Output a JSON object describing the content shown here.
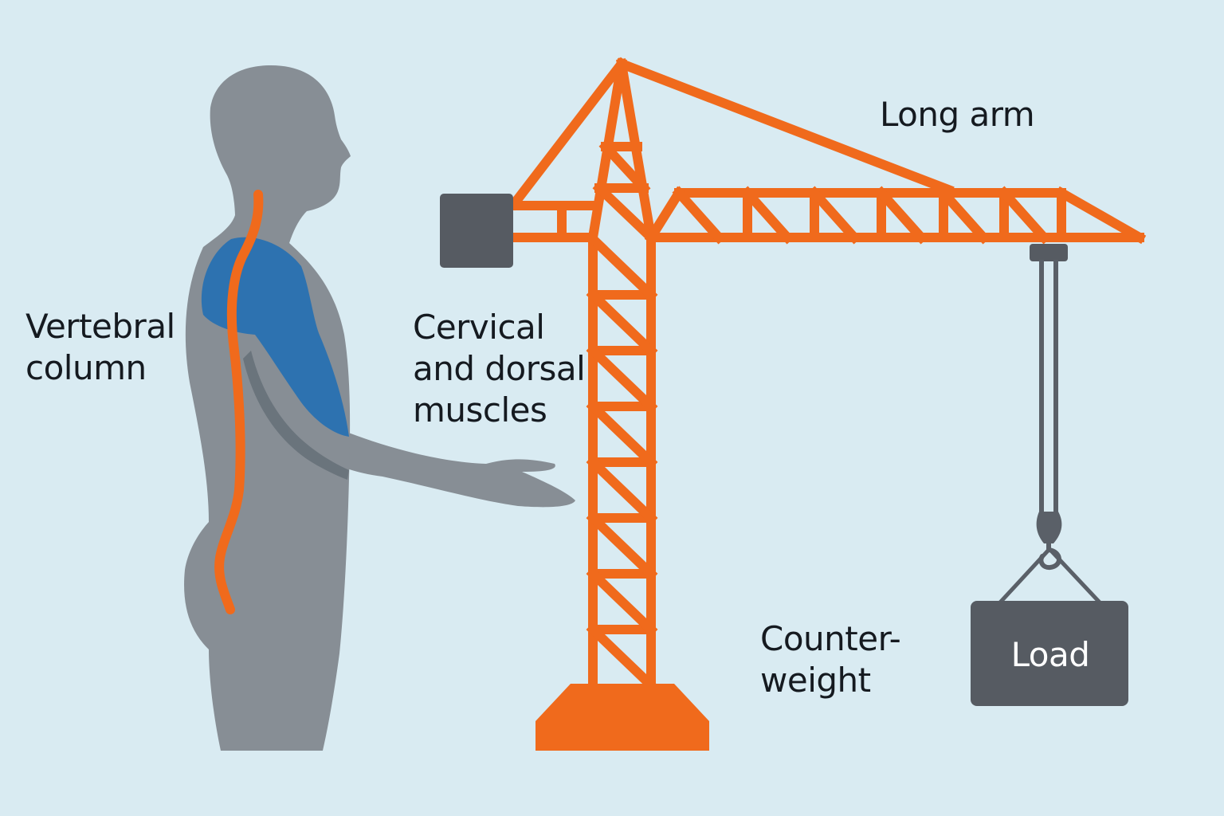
{
  "colors": {
    "background": "#d9ebf2",
    "body": "#878e95",
    "body_shadow": "#6a747c",
    "spine": "#f06a1c",
    "muscle": "#2d72b0",
    "crane": "#f06a1c",
    "counterweight_block": "#565b62",
    "load_box": "#565b62",
    "cable": "#5a6068",
    "label_text": "#151a20",
    "load_text": "#ffffff"
  },
  "labels": {
    "vertebral_column": [
      "Vertebral",
      "column"
    ],
    "muscles": [
      "Cervical",
      "and dorsal",
      "muscles"
    ],
    "long_arm": "Long arm",
    "counterweight": [
      "Counter-",
      "weight"
    ],
    "load": "Load"
  }
}
